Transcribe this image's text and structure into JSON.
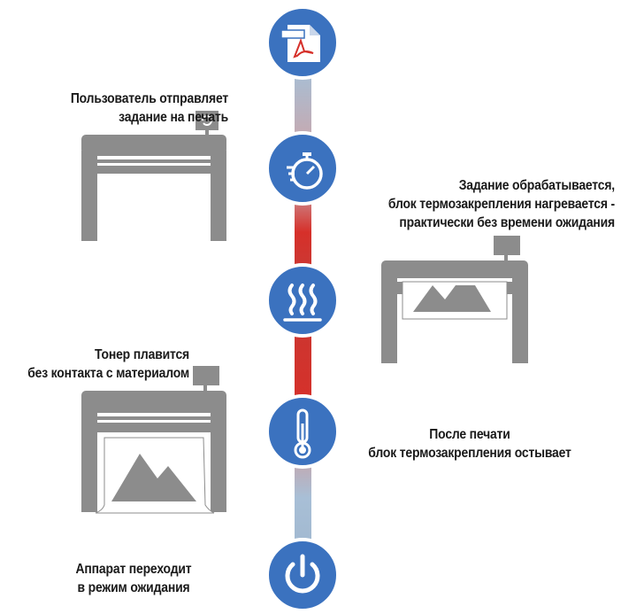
{
  "colors": {
    "circle": "#3b72bf",
    "printer": "#8c8c8c",
    "connector_cool": "#9fb6cf",
    "connector_hot": "#d6302a"
  },
  "steps": [
    {
      "icon": "pdf-document-icon",
      "lines": []
    },
    {
      "icon": "stopwatch-icon",
      "lines": [
        "Пользователь отправляет",
        "задание на печать"
      ]
    },
    {
      "icon": "heat-waves-icon",
      "lines": [
        "Задание обрабатывается,",
        "блок термозакрепления нагревается -",
        "практически без времени ожидания"
      ]
    },
    {
      "icon": "thermometer-icon",
      "lines": [
        "Тонер плавится",
        "без контакта с материалом"
      ]
    },
    {
      "icon": "power-icon",
      "lines": [
        "После печати",
        "блок термозакрепления остывает"
      ]
    }
  ],
  "final_step": {
    "lines": [
      "Аппарат переходит",
      "в режим ожидания"
    ]
  }
}
